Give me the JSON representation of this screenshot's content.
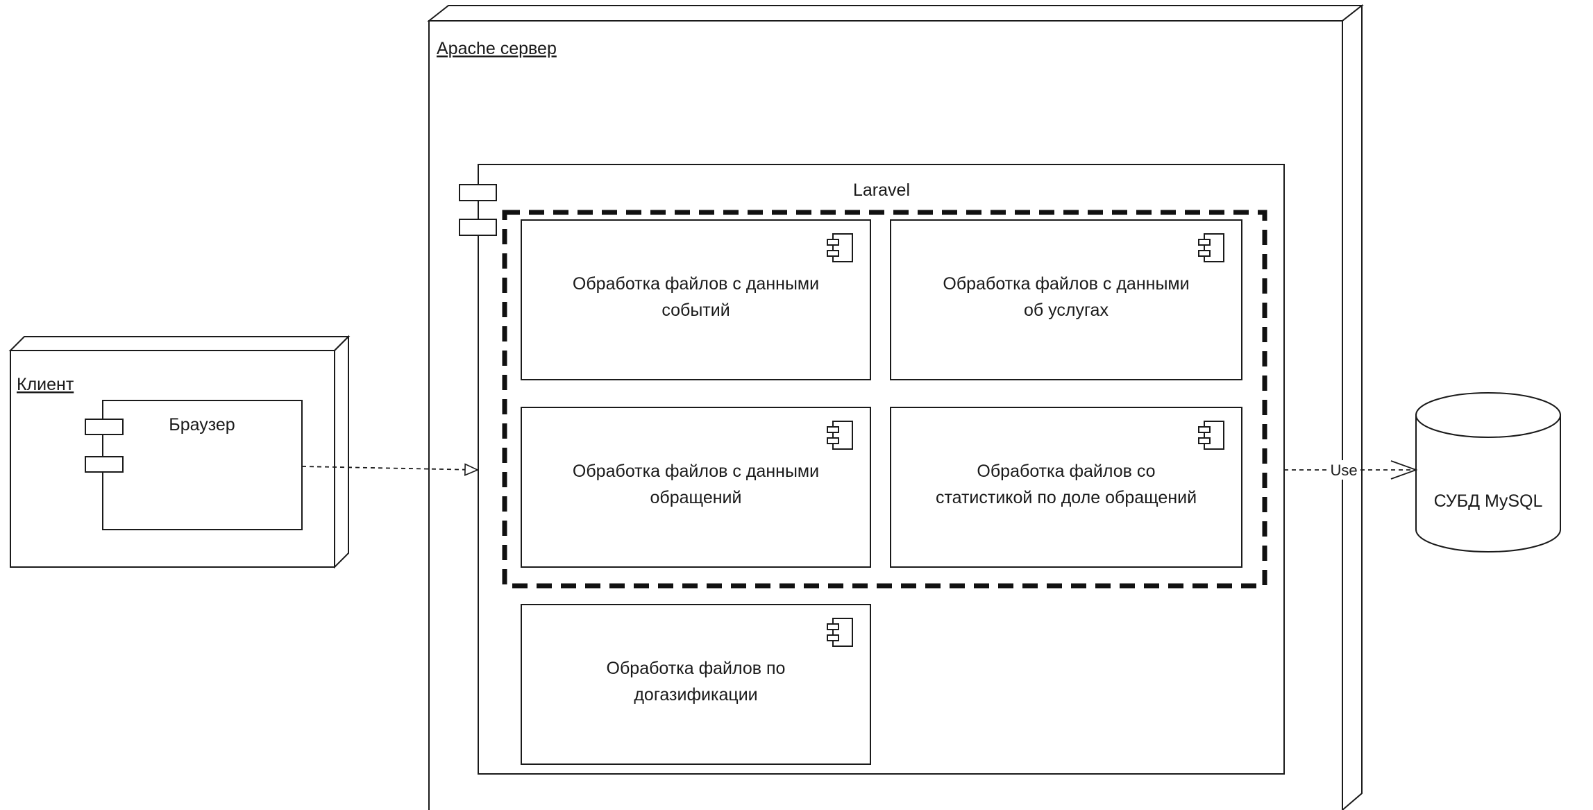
{
  "nodes": {
    "client": {
      "label": "Клиент"
    },
    "browser": {
      "label": "Браузер"
    },
    "apache": {
      "label": "Apache сервер"
    },
    "laravel": {
      "label": "Laravel"
    },
    "database": {
      "label": "СУБД MySQL"
    }
  },
  "components": [
    {
      "lines": [
        "Обработка файлов с данными",
        "событий"
      ]
    },
    {
      "lines": [
        "Обработка файлов с данными",
        "об услугах"
      ]
    },
    {
      "lines": [
        "Обработка файлов с данными",
        "обращений"
      ]
    },
    {
      "lines": [
        "Обработка файлов со",
        "статистикой по доле обращений"
      ]
    },
    {
      "lines": [
        "Обработка файлов по",
        "догазификации"
      ]
    }
  ],
  "edges": {
    "use_label": "Use"
  },
  "colors": {
    "stroke": "#1a1a1a",
    "background": "#ffffff"
  }
}
